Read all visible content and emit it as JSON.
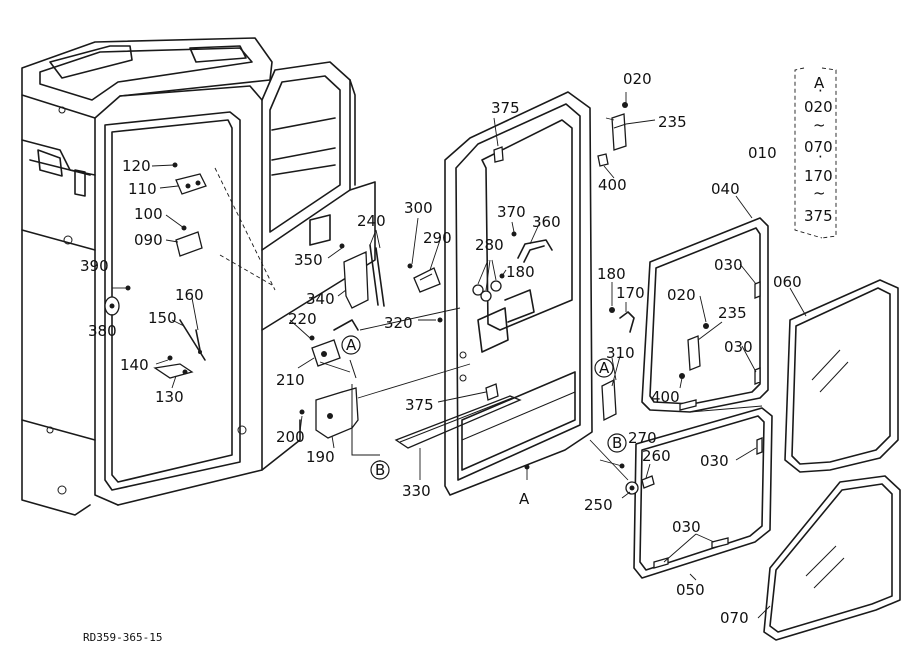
{
  "figure_code": "RD359-365-15",
  "callouts": {
    "c010": "010",
    "c020a": "020",
    "c020b": "020",
    "c030a": "030",
    "c030b": "030",
    "c030c": "030",
    "c030d": "030",
    "c040": "040",
    "c050": "050",
    "c060": "060",
    "c070": "070",
    "c090": "090",
    "c100": "100",
    "c110": "110",
    "c120": "120",
    "c130": "130",
    "c140": "140",
    "c150": "150",
    "c160": "160",
    "c170": "170",
    "c180a": "180",
    "c180b": "180",
    "c190": "190",
    "c200": "200",
    "c210": "210",
    "c220": "220",
    "c235a": "235",
    "c235b": "235",
    "c240": "240",
    "c250": "250",
    "c260": "260",
    "c270": "270",
    "c280": "280",
    "c290": "290",
    "c300": "300",
    "c310": "310",
    "c320": "320",
    "c330": "330",
    "c340": "340",
    "c350": "350",
    "c360": "360",
    "c370": "370",
    "c375a": "375",
    "c375b": "375",
    "c380": "380",
    "c390": "390",
    "c400a": "400",
    "c400b": "400"
  },
  "reference_marks": {
    "a1": "A",
    "a2": "A",
    "a3": "A",
    "b1": "B",
    "b2": "B"
  },
  "legend": {
    "header": "A",
    "row1": "020",
    "tilde1": "~",
    "row2": "070",
    "row3": "170",
    "tilde2": "~",
    "row4": "375"
  }
}
